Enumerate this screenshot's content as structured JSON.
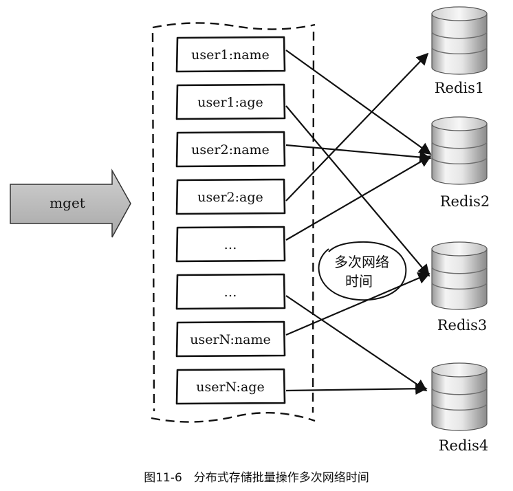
{
  "request": {
    "label": "mget"
  },
  "keys": [
    {
      "label": "user1:name",
      "target": 1
    },
    {
      "label": "user1:age",
      "target": 2
    },
    {
      "label": "user2:name",
      "target": 1
    },
    {
      "label": "user2:age",
      "target": 0
    },
    {
      "label": "…",
      "target": 1
    },
    {
      "label": "…",
      "target": 3
    },
    {
      "label": "userN:name",
      "target": 2
    },
    {
      "label": "userN:age",
      "target": 3
    }
  ],
  "nodes": [
    {
      "label": "Redis1"
    },
    {
      "label": "Redis2"
    },
    {
      "label": "Redis3"
    },
    {
      "label": "Redis4"
    }
  ],
  "note": {
    "line1": "多次网络",
    "line2": "时间"
  },
  "caption": "图11-6　分布式存储批量操作多次网络时间",
  "colors": {
    "stroke": "#111111",
    "arrow_fill": "#bdbdbd",
    "cylinder_light": "#f2f2f2",
    "cylinder_dark": "#8a8a8a"
  }
}
